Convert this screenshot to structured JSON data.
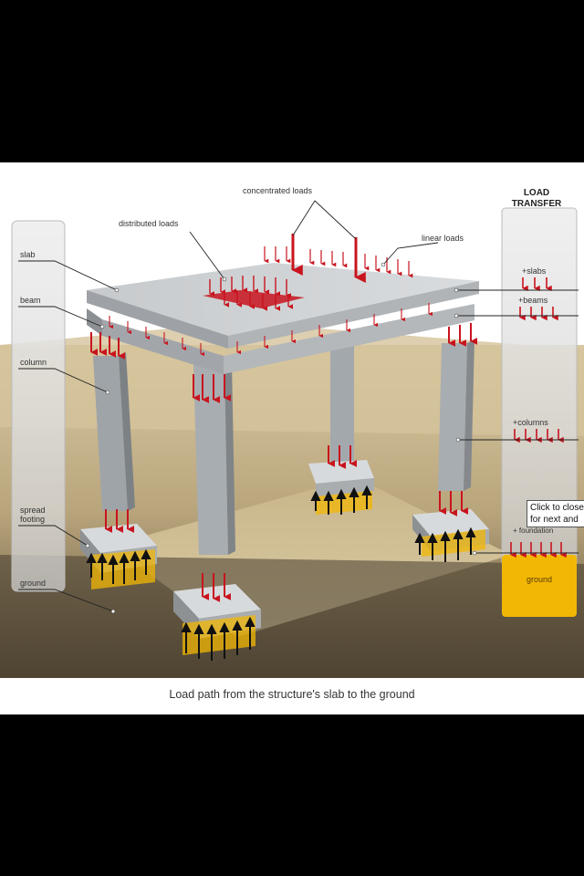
{
  "header": {
    "title_line1": "LOAD",
    "title_line2": "TRANSFER"
  },
  "labels": {
    "concentrated": "concentrated loads",
    "distributed": "distributed loads",
    "linear": "linear loads",
    "slab": "slab",
    "beam": "beam",
    "column": "column",
    "spread_footing_line1": "spread",
    "spread_footing_line2": "footing",
    "ground": "ground"
  },
  "transfer_labels": {
    "slabs": "+slabs",
    "beams": "+beams",
    "columns": "+columns",
    "foundation": "+ foundation",
    "ground": "ground"
  },
  "tooltip": {
    "line1": "Click to close",
    "line2": "for next and"
  },
  "caption": "Load path from the structure's slab to the ground",
  "colors": {
    "arrow_red": "#c8141e",
    "arrow_black": "#111111",
    "concrete": "#bfc3c6",
    "soil": "#c9b690",
    "ground_yellow": "#f2b705"
  }
}
